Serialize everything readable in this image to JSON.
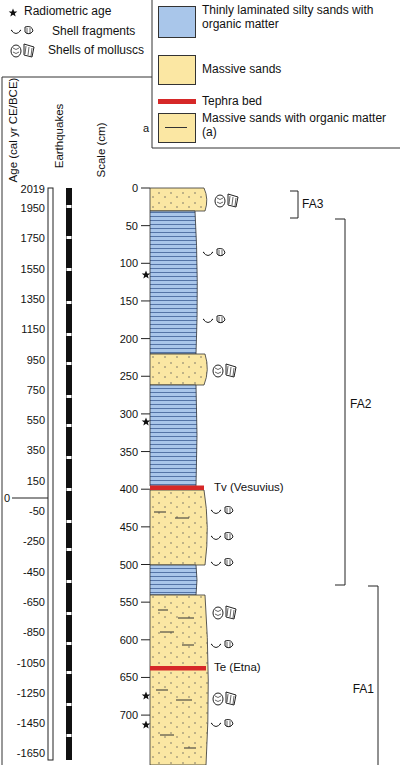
{
  "diagram": {
    "labels": [
      "Age (cal yr CE/BCE)",
      "Earthquakes",
      "Scale (cm)",
      "2019",
      "1950",
      "1750",
      "1550",
      "1350",
      "1150",
      "950",
      "750",
      "550",
      "350",
      "150",
      "-50",
      "-250",
      "-450",
      "-650",
      "-850",
      "-1050",
      "-1250",
      "-1450",
      "-1650",
      "0",
      "0",
      "50",
      "100",
      "150",
      "200",
      "250",
      "300",
      "350",
      "400",
      "450",
      "500",
      "550",
      "600",
      "650",
      "700",
      "Tv (Vesuvius)",
      "Te (Etna)",
      "FA3",
      "FA2",
      "FA1",
      "a"
    ],
    "legend": [
      {
        "text": "Radiometric age"
      },
      {
        "text": "Shell fragments"
      },
      {
        "text": "Shells of molluscs"
      },
      {
        "text": "Thinly laminated silty sands with organic matter",
        "color": "#a9c6ea"
      },
      {
        "text": "Massive sands",
        "color": "#fbe7a3"
      },
      {
        "text": "Tephra bed",
        "color": "#d62828"
      },
      {
        "text": "Massive sands with organic matter (a)",
        "color": "#fbe7a3"
      }
    ]
  }
}
